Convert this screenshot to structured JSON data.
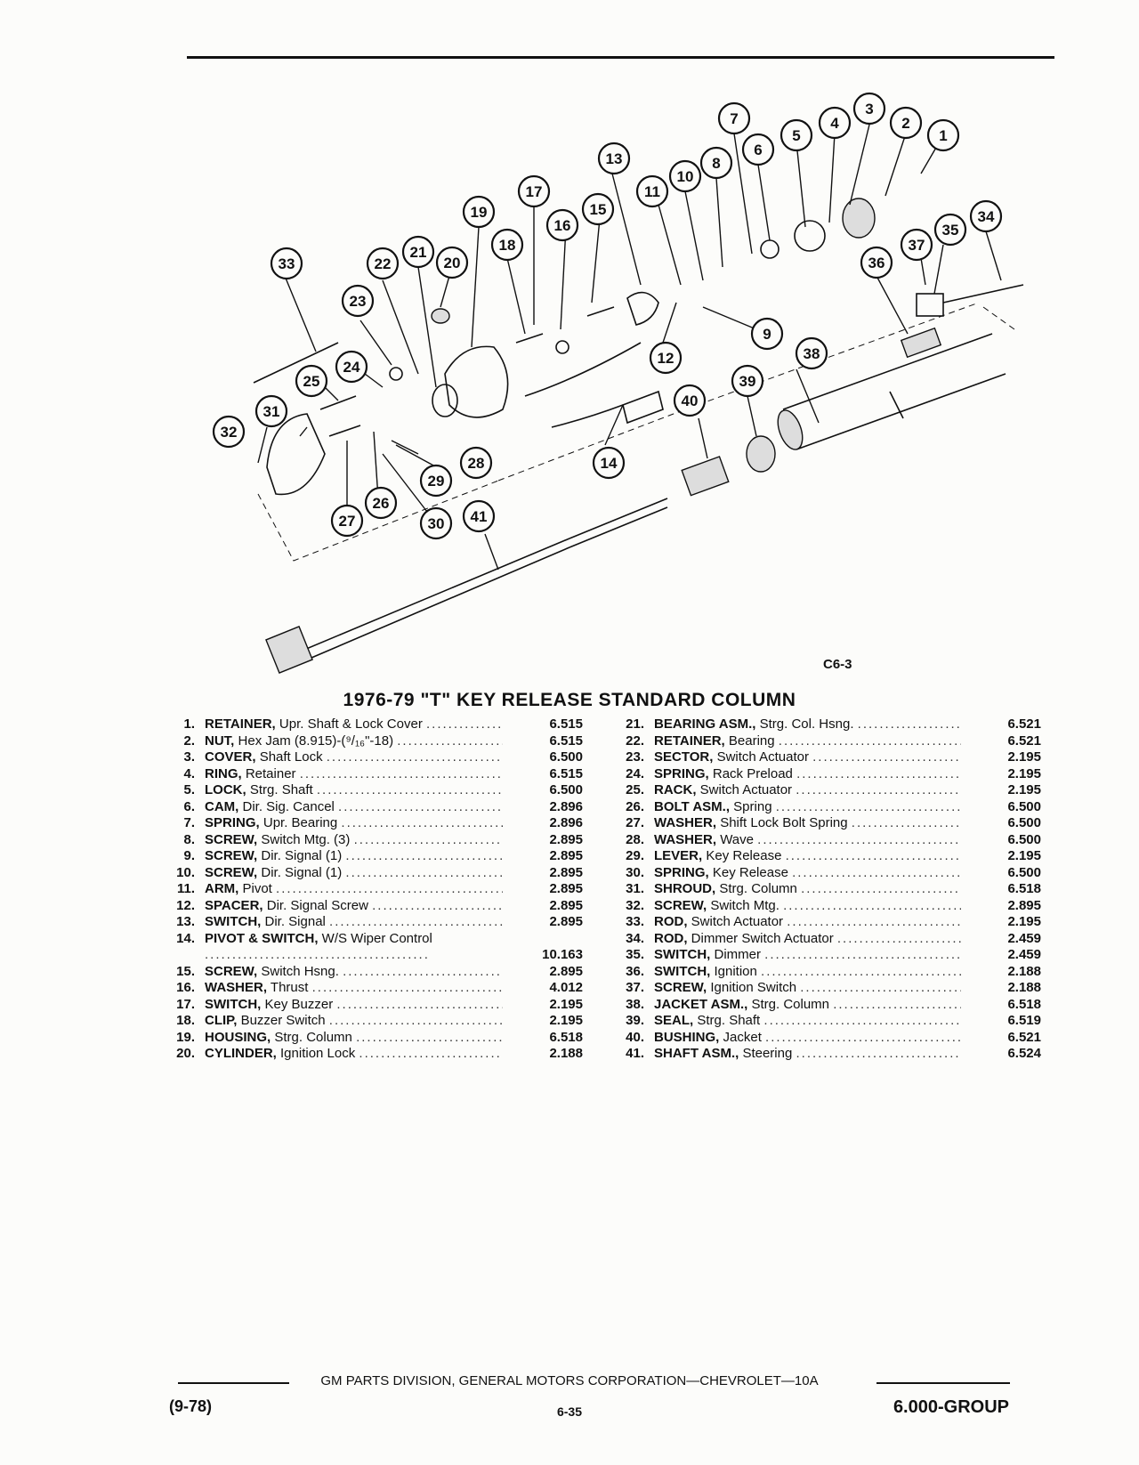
{
  "figure": {
    "code": "C6-3",
    "title": "1976-79 \"T\" KEY RELEASE STANDARD COLUMN",
    "callouts": [
      "1",
      "2",
      "3",
      "4",
      "5",
      "6",
      "7",
      "8",
      "9",
      "10",
      "11",
      "12",
      "13",
      "14",
      "15",
      "16",
      "17",
      "18",
      "19",
      "20",
      "21",
      "22",
      "23",
      "24",
      "25",
      "26",
      "27",
      "28",
      "29",
      "30",
      "31",
      "32",
      "33",
      "34",
      "35",
      "36",
      "37",
      "38",
      "39",
      "40",
      "41"
    ]
  },
  "parts": [
    {
      "num": "1.",
      "name": "RETAINER,",
      "desc": "Upr. Shaft & Lock Cover",
      "group": "6.515"
    },
    {
      "num": "2.",
      "name": "NUT,",
      "desc": "Hex Jam (8.915)-(⁹/₁₆\"-18)",
      "group": "6.515"
    },
    {
      "num": "3.",
      "name": "COVER,",
      "desc": "Shaft Lock",
      "group": "6.500"
    },
    {
      "num": "4.",
      "name": "RING,",
      "desc": "Retainer",
      "group": "6.515"
    },
    {
      "num": "5.",
      "name": "LOCK,",
      "desc": "Strg. Shaft",
      "group": "6.500"
    },
    {
      "num": "6.",
      "name": "CAM,",
      "desc": "Dir. Sig. Cancel",
      "group": "2.896"
    },
    {
      "num": "7.",
      "name": "SPRING,",
      "desc": "Upr. Bearing",
      "group": "2.896"
    },
    {
      "num": "8.",
      "name": "SCREW,",
      "desc": "Switch Mtg. (3)",
      "group": "2.895"
    },
    {
      "num": "9.",
      "name": "SCREW,",
      "desc": "Dir. Signal (1)",
      "group": "2.895"
    },
    {
      "num": "10.",
      "name": "SCREW,",
      "desc": "Dir. Signal (1)",
      "group": "2.895"
    },
    {
      "num": "11.",
      "name": "ARM,",
      "desc": "Pivot",
      "group": "2.895"
    },
    {
      "num": "12.",
      "name": "SPACER,",
      "desc": "Dir. Signal Screw",
      "group": "2.895"
    },
    {
      "num": "13.",
      "name": "SWITCH,",
      "desc": "Dir. Signal",
      "group": "2.895"
    },
    {
      "num": "14.",
      "name": "PIVOT & SWITCH,",
      "desc": "W/S Wiper Control",
      "group": "10.163"
    },
    {
      "num": "15.",
      "name": "SCREW,",
      "desc": "Switch Hsng.",
      "group": "2.895"
    },
    {
      "num": "16.",
      "name": "WASHER,",
      "desc": "Thrust",
      "group": "4.012"
    },
    {
      "num": "17.",
      "name": "SWITCH,",
      "desc": "Key Buzzer",
      "group": "2.195"
    },
    {
      "num": "18.",
      "name": "CLIP,",
      "desc": "Buzzer Switch",
      "group": "2.195"
    },
    {
      "num": "19.",
      "name": "HOUSING,",
      "desc": "Strg. Column",
      "group": "6.518"
    },
    {
      "num": "20.",
      "name": "CYLINDER,",
      "desc": "Ignition Lock",
      "group": "2.188"
    },
    {
      "num": "21.",
      "name": "BEARING ASM.,",
      "desc": "Strg. Col. Hsng.",
      "group": "6.521"
    },
    {
      "num": "22.",
      "name": "RETAINER,",
      "desc": "Bearing",
      "group": "6.521"
    },
    {
      "num": "23.",
      "name": "SECTOR,",
      "desc": "Switch Actuator",
      "group": "2.195"
    },
    {
      "num": "24.",
      "name": "SPRING,",
      "desc": "Rack Preload",
      "group": "2.195"
    },
    {
      "num": "25.",
      "name": "RACK,",
      "desc": "Switch Actuator",
      "group": "2.195"
    },
    {
      "num": "26.",
      "name": "BOLT ASM.,",
      "desc": "Spring",
      "group": "6.500"
    },
    {
      "num": "27.",
      "name": "WASHER,",
      "desc": "Shift Lock Bolt Spring",
      "group": "6.500"
    },
    {
      "num": "28.",
      "name": "WASHER,",
      "desc": "Wave",
      "group": "6.500"
    },
    {
      "num": "29.",
      "name": "LEVER,",
      "desc": "Key Release",
      "group": "2.195"
    },
    {
      "num": "30.",
      "name": "SPRING,",
      "desc": "Key Release",
      "group": "6.500"
    },
    {
      "num": "31.",
      "name": "SHROUD,",
      "desc": "Strg. Column",
      "group": "6.518"
    },
    {
      "num": "32.",
      "name": "SCREW,",
      "desc": "Switch Mtg.",
      "group": "2.895"
    },
    {
      "num": "33.",
      "name": "ROD,",
      "desc": "Switch Actuator",
      "group": "2.195"
    },
    {
      "num": "34.",
      "name": "ROD,",
      "desc": "Dimmer Switch Actuator",
      "group": "2.459"
    },
    {
      "num": "35.",
      "name": "SWITCH,",
      "desc": "Dimmer",
      "group": "2.459"
    },
    {
      "num": "36.",
      "name": "SWITCH,",
      "desc": "Ignition",
      "group": "2.188"
    },
    {
      "num": "37.",
      "name": "SCREW,",
      "desc": "Ignition Switch",
      "group": "2.188"
    },
    {
      "num": "38.",
      "name": "JACKET ASM.,",
      "desc": "Strg. Column",
      "group": "6.518"
    },
    {
      "num": "39.",
      "name": "SEAL,",
      "desc": "Strg. Shaft",
      "group": "6.519"
    },
    {
      "num": "40.",
      "name": "BUSHING,",
      "desc": "Jacket",
      "group": "6.521"
    },
    {
      "num": "41.",
      "name": "SHAFT ASM.,",
      "desc": "Steering",
      "group": "6.524"
    }
  ],
  "footer": {
    "publisher": "GM PARTS DIVISION, GENERAL MOTORS CORPORATION—CHEVROLET—10A",
    "date": "(9-78)",
    "page": "6-35",
    "group": "6.000-GROUP"
  }
}
